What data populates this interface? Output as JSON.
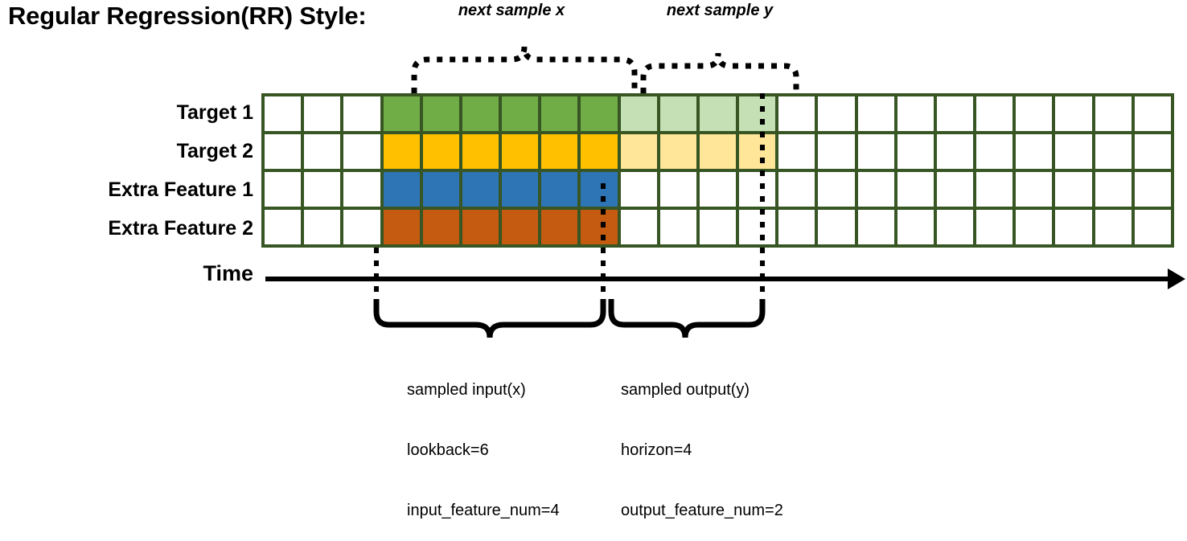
{
  "title": "Regular Regression(RR) Style:",
  "rows": [
    {
      "label": "Target 1",
      "color": "#70ad47",
      "faded_color": "#c5e0b4",
      "has_output": true
    },
    {
      "label": "Target 2",
      "color": "#ffc000",
      "faded_color": "#ffe699",
      "has_output": true
    },
    {
      "label": "Extra Feature 1",
      "color": "#2e75b6",
      "faded_color": "#ffffff",
      "has_output": false
    },
    {
      "label": "Extra Feature 2",
      "color": "#c55a11",
      "faded_color": "#ffffff",
      "has_output": false
    }
  ],
  "grid": {
    "total_columns": 23,
    "lead_blank_columns": 3,
    "input_columns": 6,
    "output_columns": 4,
    "trailing_blank_columns": 10,
    "border_color": "#375623",
    "empty_cell_color": "#ffffff"
  },
  "top_braces": [
    {
      "label": "next sample x"
    },
    {
      "label": "next sample y"
    }
  ],
  "time_axis": {
    "label": "Time"
  },
  "bottom_braces": [
    {
      "name": "sampled-input",
      "lines": [
        "sampled input(x)",
        "lookback=6",
        "input_feature_num=4"
      ],
      "line1": "sampled input(x)",
      "line2": "lookback=6",
      "line3": "input_feature_num=4"
    },
    {
      "name": "sampled-output",
      "lines": [
        "sampled output(y)",
        "horizon=4",
        "output_feature_num=2"
      ],
      "line1": "sampled output(y)",
      "line2": "horizon=4",
      "line3": "output_feature_num=2"
    }
  ]
}
